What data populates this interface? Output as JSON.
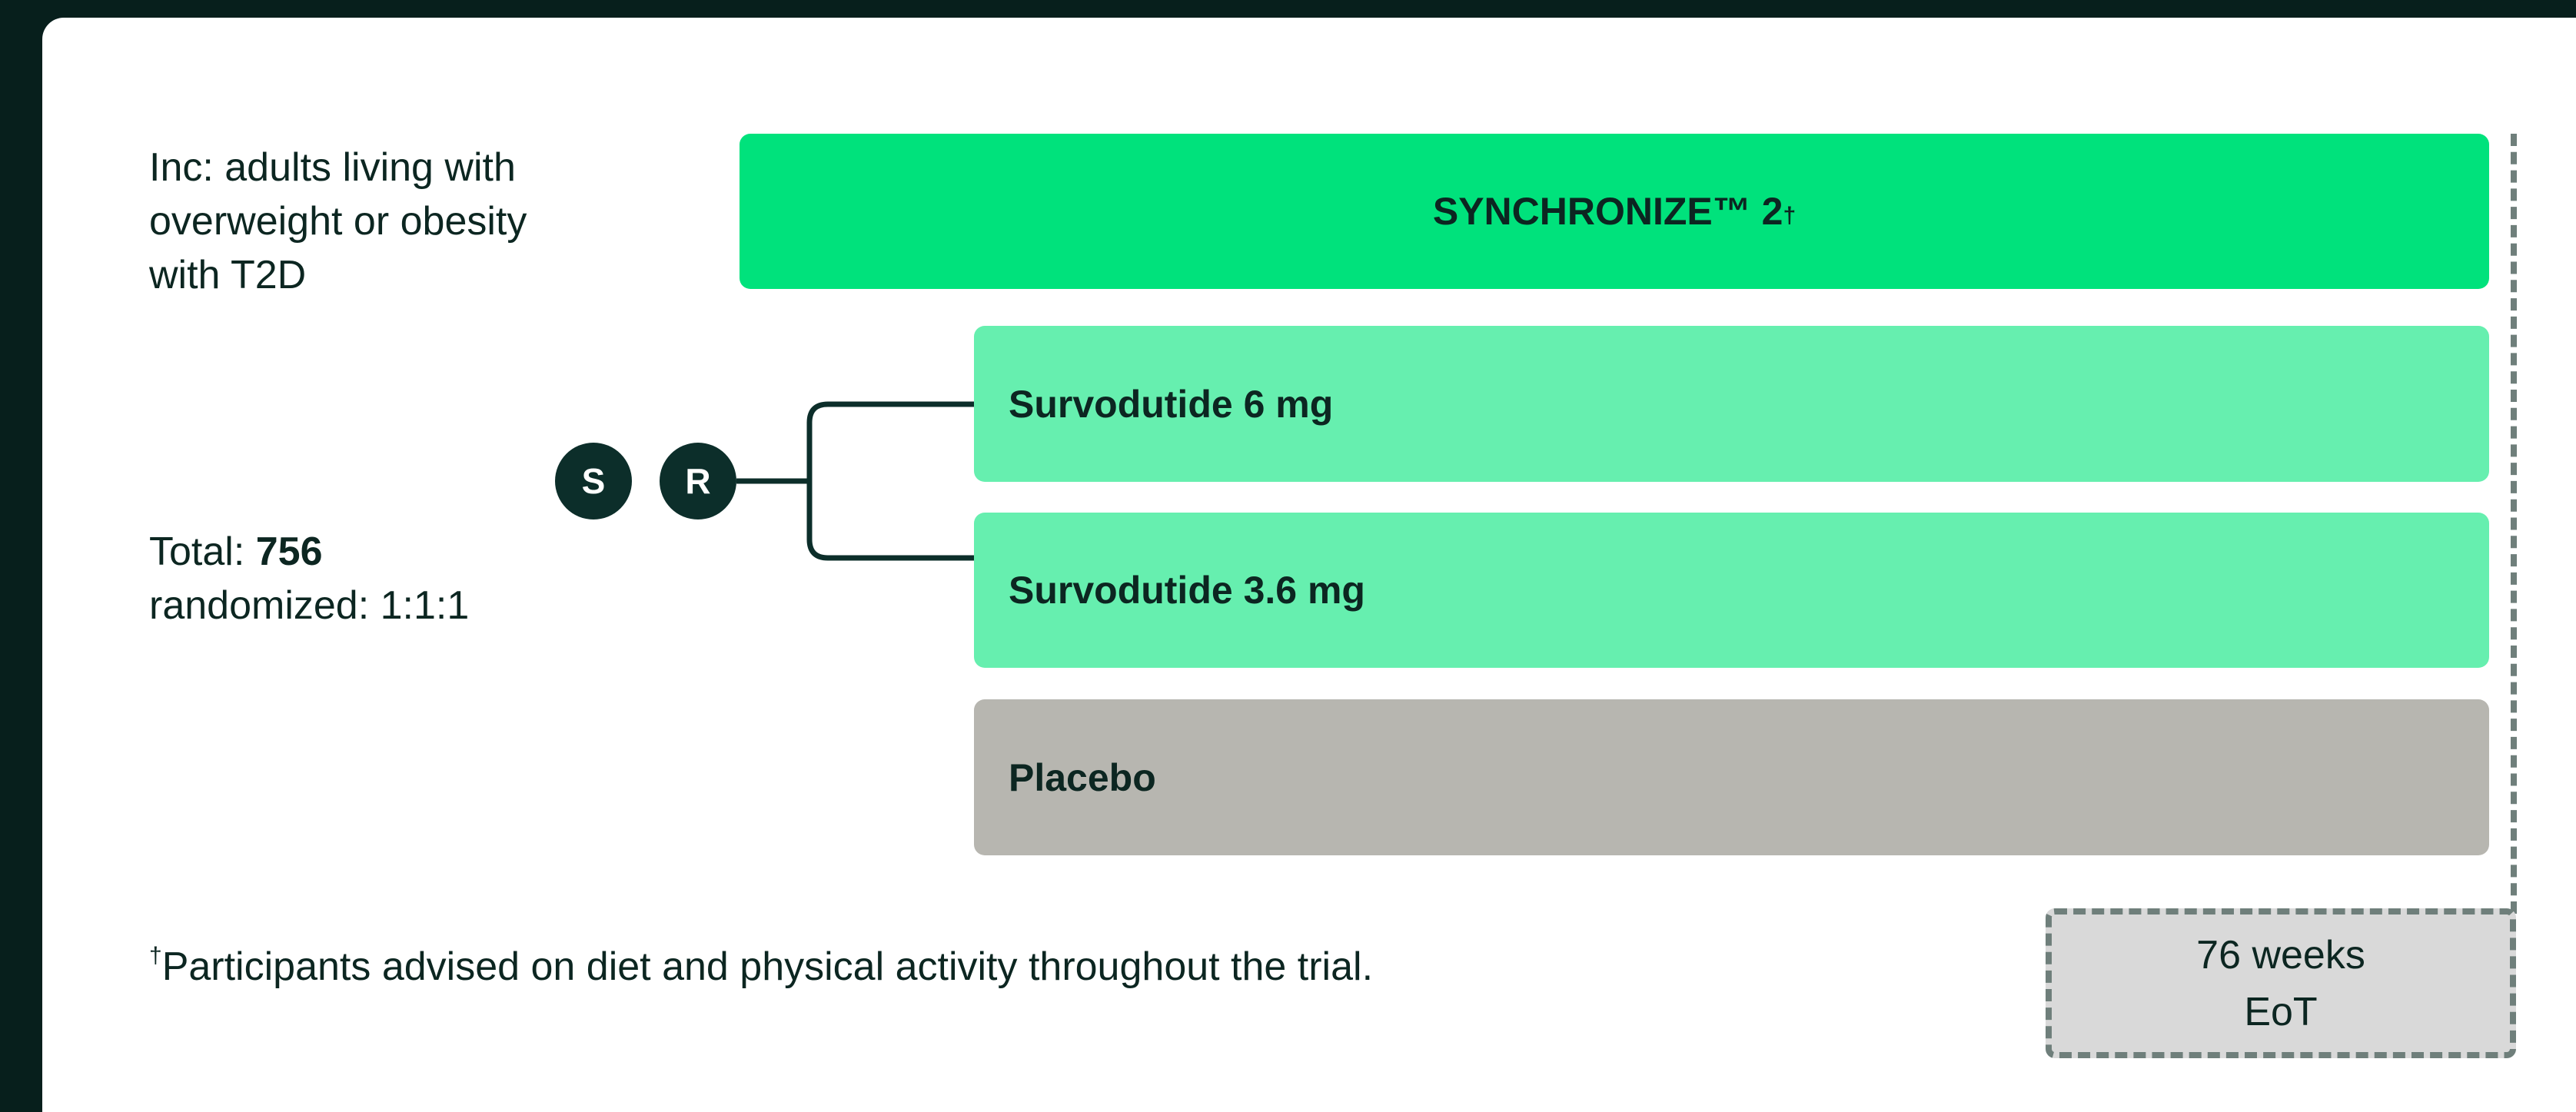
{
  "inclusion": {
    "line1": "Inc: adults living with",
    "line2": "overweight or obesity",
    "line3": "with T2D"
  },
  "total": {
    "prefix": "Total: ",
    "value": "756",
    "randomized": "randomized: 1:1:1"
  },
  "study": {
    "name": "SYNCHRONIZE™ 2",
    "marker": "†"
  },
  "arms": [
    {
      "label": "Survodutide 6 mg"
    },
    {
      "label": "Survodutide 3.6 mg"
    },
    {
      "label": "Placebo"
    }
  ],
  "nodes": {
    "screening": "S",
    "randomization": "R"
  },
  "footnote": {
    "marker": "†",
    "text": "Participants advised on diet and physical activity throughout the trial."
  },
  "endpoint": {
    "duration": "76 weeks",
    "label": "EoT"
  },
  "colors": {
    "background": "#071f1c",
    "study_bar": "#00e27c",
    "active_arm": "#66efaf",
    "placebo_arm": "#b7b6b0",
    "node": "#0c2e2a",
    "endpoint_box": "#d9d9d9"
  }
}
